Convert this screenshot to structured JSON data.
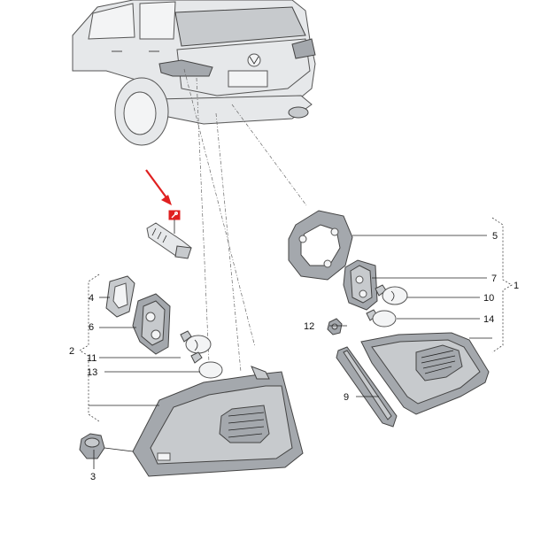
{
  "callouts": {
    "c1": "1",
    "c2": "2",
    "c3": "3",
    "c4": "4",
    "c5": "5",
    "c6": "6",
    "c7": "7",
    "c9": "9",
    "c10": "10",
    "c11": "11",
    "c12": "12",
    "c13": "13",
    "c14": "14"
  },
  "colors": {
    "highlight_arrow": "#e02020",
    "highlight_box": "#e02020"
  },
  "icons": {
    "highlight_marker": "wrench-icon"
  }
}
